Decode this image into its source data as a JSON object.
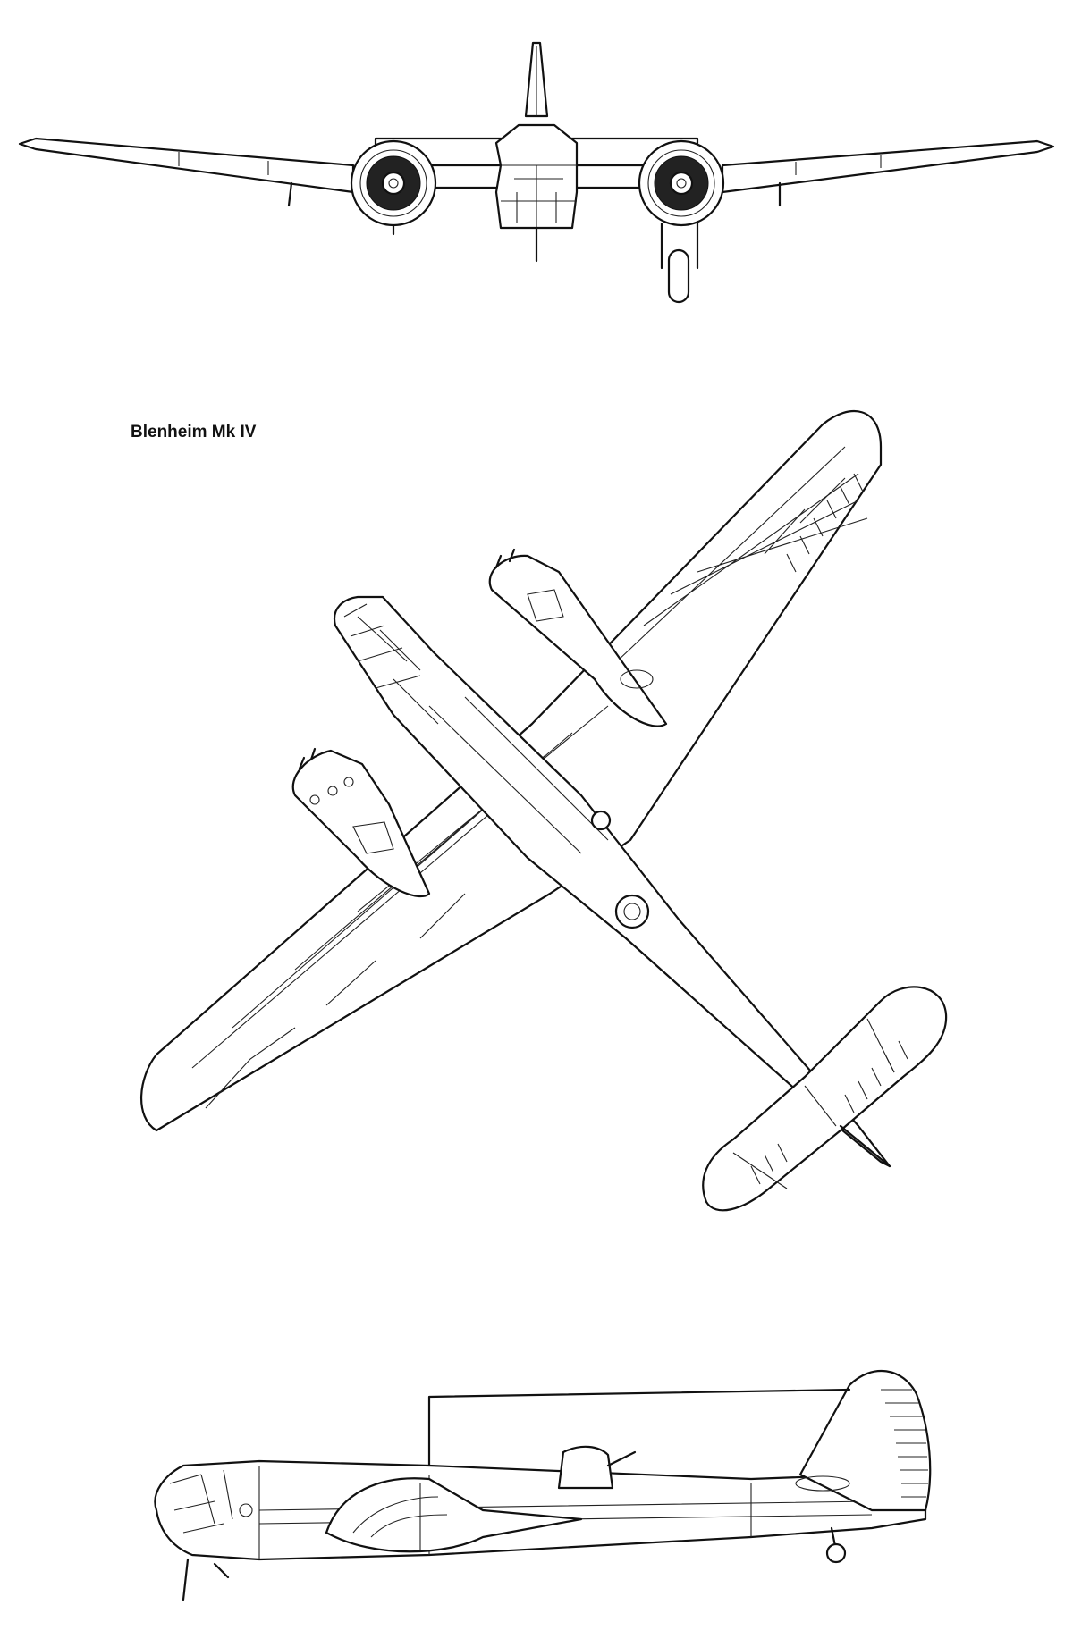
{
  "drawing": {
    "title": "Blenheim Mk IV",
    "views": [
      {
        "id": "front",
        "icon": "front-view-drawing"
      },
      {
        "id": "top",
        "icon": "plan-view-drawing"
      },
      {
        "id": "side",
        "icon": "side-view-drawing"
      }
    ],
    "ink_color": "#111111",
    "paper_color": "#ffffff"
  }
}
